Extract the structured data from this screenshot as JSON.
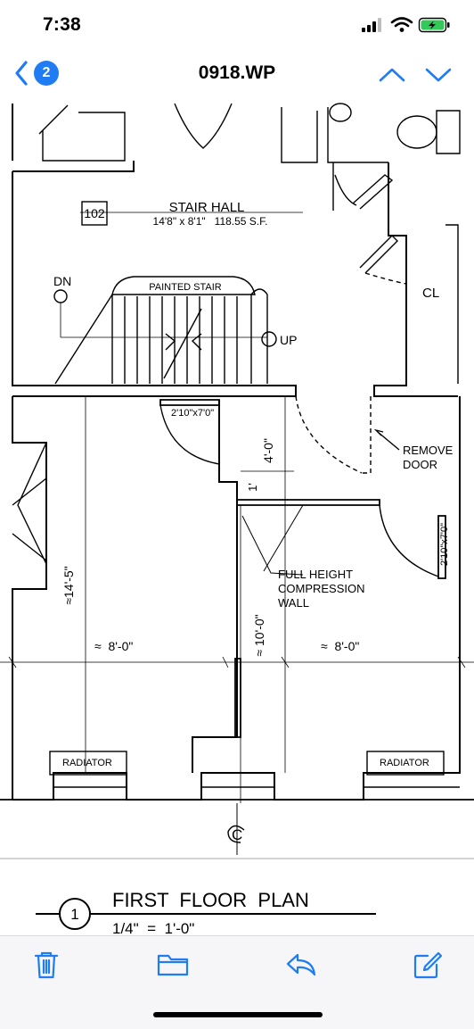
{
  "status_bar": {
    "time": "7:38"
  },
  "nav": {
    "back_count": "2",
    "title": "0918.WP"
  },
  "plan": {
    "room_number": "102",
    "room_name": "STAIR HALL",
    "room_size": "14'8\" x 8'1\"   118.55 S.F.",
    "stair_label": "PAINTED STAIR",
    "dn": "DN",
    "up": "UP",
    "closet": "CL",
    "door_stair": "2'10\"x7'0\"",
    "door_right": "2'10\"x7'0\"",
    "remove_door_1": "REMOVE",
    "remove_door_2": "DOOR",
    "dim_4ft": "4'-0\"",
    "dim_1ft": "1'",
    "wall_note_1": "FULL HEIGHT",
    "wall_note_2": "COMPRESSION",
    "wall_note_3": "WALL",
    "dim_14ft": "≈14'-5\"",
    "dim_10ft": "≈ 10'-0\"",
    "dim_8ft_left": "≈  8'-0\"",
    "dim_8ft_right": "≈  8'-0\"",
    "radiator_left": "RADIATOR",
    "radiator_right": "RADIATOR",
    "centerline": "C",
    "sheet_number": "1",
    "plan_title": "FIRST  FLOOR  PLAN",
    "plan_scale": "1/4\"  =  1'-0\""
  },
  "colors": {
    "accent": "#1f7cf2",
    "battery": "#34c759"
  }
}
